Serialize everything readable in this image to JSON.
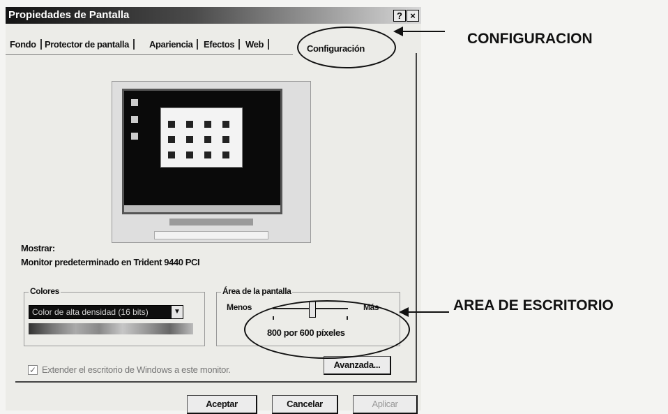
{
  "window": {
    "title": "Propiedades de Pantalla",
    "help_button": "?",
    "close_button": "×"
  },
  "tabs": [
    {
      "label": "Fondo"
    },
    {
      "label": "Protector de pantalla"
    },
    {
      "label": "Apariencia"
    },
    {
      "label": "Efectos"
    },
    {
      "label": "Web"
    },
    {
      "label": "Configuración",
      "active": true
    }
  ],
  "display": {
    "label": "Mostrar:",
    "monitor": "Monitor predeterminado en Trident 9440 PCI"
  },
  "colors": {
    "group_title": "Colores",
    "selected": "Color de alta densidad (16 bits)"
  },
  "screen_area": {
    "group_title": "Área de la pantalla",
    "min_label": "Menos",
    "max_label": "Más",
    "value_text": "800 por 600 píxeles",
    "slider_level": 0.5
  },
  "extend": {
    "checked": true,
    "label": "Extender el escritorio de Windows a este monitor."
  },
  "buttons": {
    "advanced": "Avanzada...",
    "ok": "Aceptar",
    "cancel": "Cancelar",
    "apply": "Aplicar"
  },
  "annotations": {
    "config": "CONFIGURACION",
    "desktop_area": "AREA DE ESCRITORIO"
  }
}
